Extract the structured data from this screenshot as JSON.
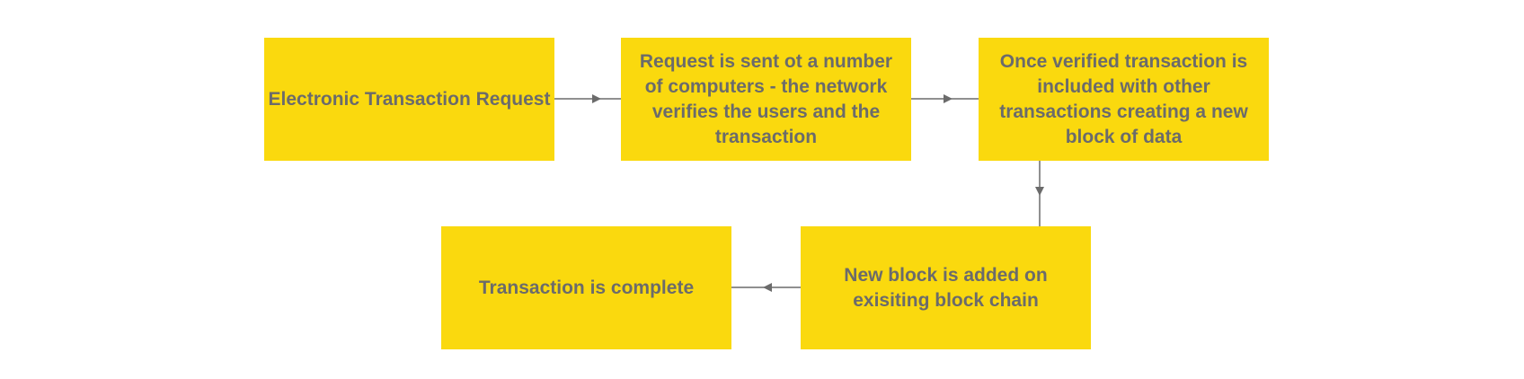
{
  "diagram": {
    "title": "",
    "colors": {
      "box_fill": "#fad90e",
      "text": "#6b6b6b",
      "connector": "#6b6b6b"
    },
    "nodes": [
      {
        "id": "n1",
        "label": "Electronic Transaction Request"
      },
      {
        "id": "n2",
        "label": "Request is sent ot a number of computers - the network verifies the users and the transaction"
      },
      {
        "id": "n3",
        "label": "Once verified transaction is included with other transactions creating a new block of data"
      },
      {
        "id": "n4",
        "label": "New block is added on exisiting block chain"
      },
      {
        "id": "n5",
        "label": "Transaction is complete"
      }
    ],
    "edges": [
      {
        "from": "n1",
        "to": "n2"
      },
      {
        "from": "n2",
        "to": "n3"
      },
      {
        "from": "n3",
        "to": "n4"
      },
      {
        "from": "n4",
        "to": "n5"
      }
    ]
  }
}
